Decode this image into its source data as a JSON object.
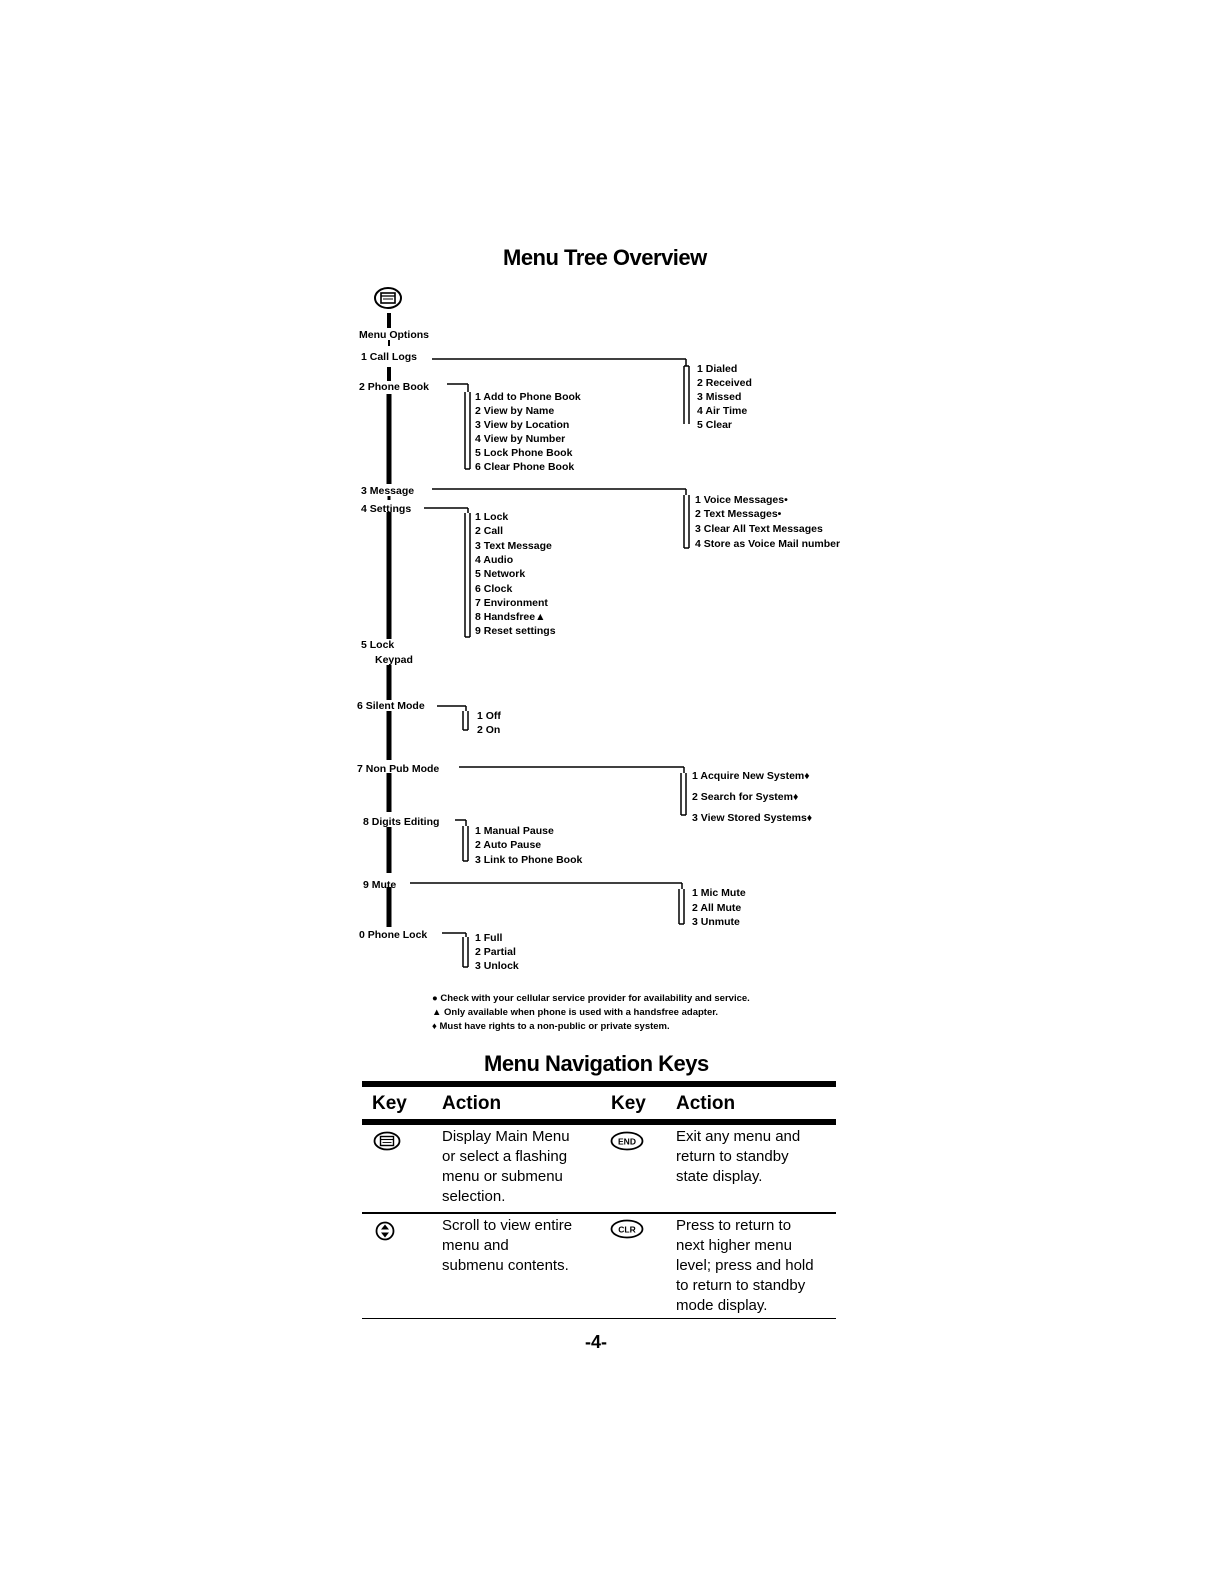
{
  "title": "Menu Tree Overview",
  "root_label": "Menu Options",
  "tree": {
    "call_logs": "1 Call Logs",
    "call_logs_sub": [
      "1 Dialed",
      "2 Received",
      "3 Missed",
      "4 Air Time",
      "5 Clear"
    ],
    "phone_book": "2 Phone Book",
    "phone_book_sub": [
      "1 Add to Phone Book",
      "2 View by Name",
      "3 View by Location",
      "4 View by Number",
      "5 Lock Phone Book",
      "6 Clear Phone Book"
    ],
    "message": "3 Message",
    "message_sub": [
      "1 Voice Messages•",
      "2 Text Messages•",
      "3 Clear All Text Messages",
      "4 Store as Voice Mail number"
    ],
    "settings": "4 Settings",
    "settings_sub": [
      "1 Lock",
      "2 Call",
      "3 Text Message",
      "4 Audio",
      "5 Network",
      "6 Clock",
      "7 Environment",
      "8 Handsfree▲",
      "9 Reset settings"
    ],
    "lock_keypad_1": "5  Lock",
    "lock_keypad_2": "Keypad",
    "silent_mode": "6 Silent Mode",
    "silent_mode_sub": [
      "1 Off",
      "2 On"
    ],
    "non_pub_mode": "7 Non Pub Mode",
    "non_pub_mode_sub": [
      "1 Acquire New System♦",
      "2  Search for System♦",
      "3  View Stored Systems♦"
    ],
    "digits_editing": "8 Digits Editing",
    "digits_editing_sub": [
      "1 Manual Pause",
      "2 Auto Pause",
      "3 Link to Phone Book"
    ],
    "mute": "9  Mute",
    "mute_sub": [
      "1 Mic Mute",
      "2 All Mute",
      "3 Unmute"
    ],
    "phone_lock": "0  Phone Lock",
    "phone_lock_sub": [
      "1 Full",
      "2 Partial",
      "3 Unlock"
    ]
  },
  "footnotes": [
    "● Check with your cellular service provider for availability and service.",
    "▲ Only available when phone is used with a handsfree adapter.",
    "♦ Must have rights to a non-public or private system."
  ],
  "nav_title": "Menu Navigation Keys",
  "nav_headers": [
    "Key",
    "Action",
    "Key",
    "Action"
  ],
  "nav_rows": [
    {
      "key1_icon": "menu-key-icon",
      "action1": [
        "Display Main Menu",
        "or select a flashing",
        "menu or submenu",
        "selection."
      ],
      "key2_icon": "end-key-icon",
      "key2_label": "END",
      "action2": [
        "Exit any menu and",
        "return to standby",
        "state display."
      ]
    },
    {
      "key1_icon": "scroll-key-icon",
      "action1": [
        "Scroll to view entire",
        "menu and",
        "submenu contents."
      ],
      "key2_icon": "clr-key-icon",
      "key2_label": "CLR",
      "action2": [
        "Press to return to",
        "next higher menu",
        "level; press and hold",
        "to return to standby",
        "mode display."
      ]
    }
  ],
  "page_number": "-4-"
}
